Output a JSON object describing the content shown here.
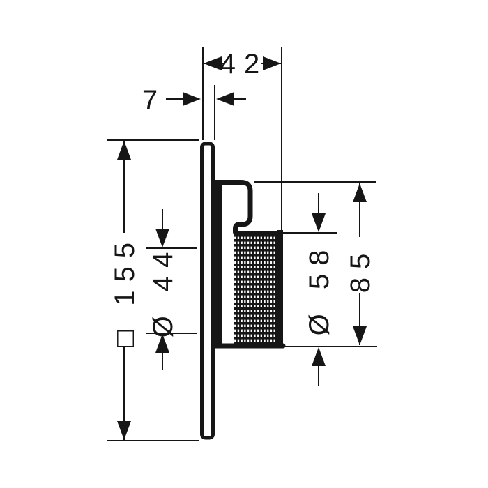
{
  "drawing": {
    "background": "#ffffff",
    "line_color": "#161616",
    "dims": {
      "depth": {
        "display": "42"
      },
      "plate_thickness": {
        "display": "7"
      },
      "plate_square": {
        "display": "□ 155"
      },
      "hub_diameter": {
        "display": "Ø 44"
      },
      "grip_diameter": {
        "display": "Ø 58"
      },
      "handle_height": {
        "display": "85"
      }
    }
  }
}
